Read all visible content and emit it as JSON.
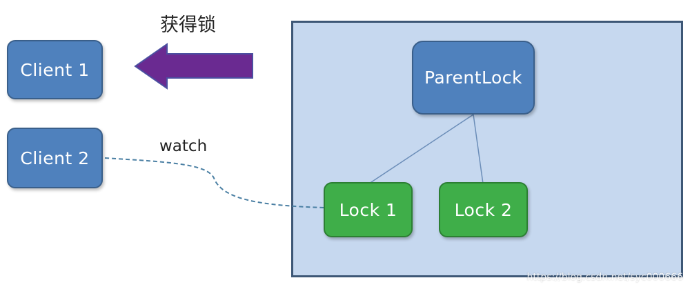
{
  "clients": {
    "client1": "Client 1",
    "client2": "Client 2"
  },
  "labels": {
    "acquire_lock": "获得锁",
    "watch": "watch"
  },
  "zk": {
    "parent_lock": "ParentLock",
    "lock1": "Lock 1",
    "lock2": "Lock 2"
  },
  "watermark": "https://blog.csdn.net/syc000666",
  "colors": {
    "client_fill": "#4f81bd",
    "lock_fill": "#3fae49",
    "container_fill": "#c6d8ef",
    "arrow": "#6a2a91",
    "watch_line": "#4a7fa3"
  }
}
